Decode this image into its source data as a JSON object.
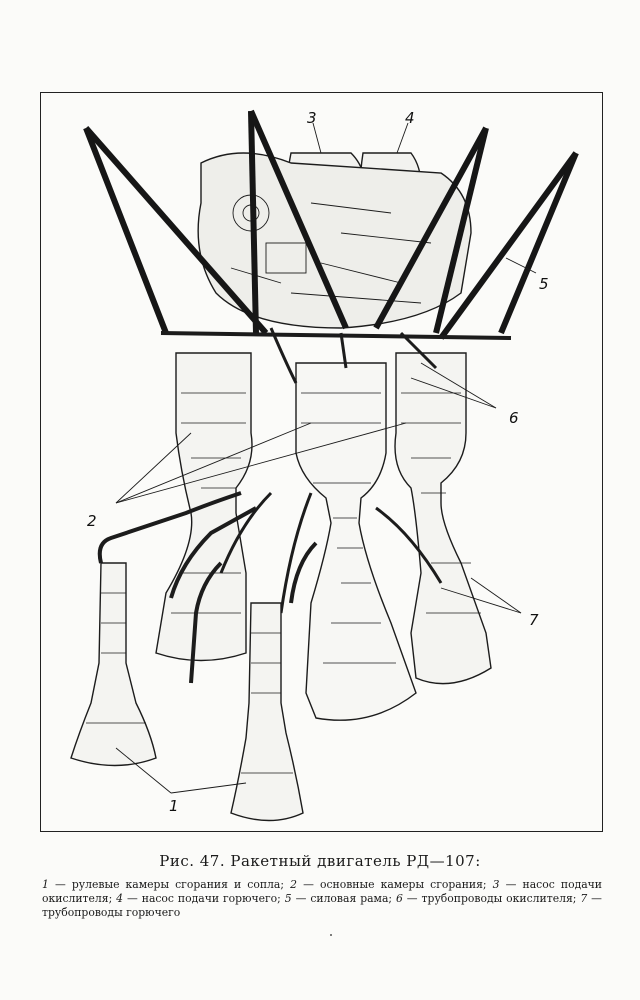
{
  "figure": {
    "caption_title": "Рис. 47. Ракетный двигатель РД—107:",
    "callouts": [
      "1",
      "2",
      "3",
      "4",
      "5",
      "6",
      "7"
    ],
    "legend": [
      {
        "num": "1",
        "text": " — рулевые камеры сгорания и сопла; "
      },
      {
        "num": "2",
        "text": " — основные камеры сгорания; "
      },
      {
        "num": "3",
        "text": " — насос подачи окислителя; "
      },
      {
        "num": "4",
        "text": " — насос подачи горючего; "
      },
      {
        "num": "5",
        "text": " — силовая рама; "
      },
      {
        "num": "6",
        "text": " — трубопроводы окислителя; "
      },
      {
        "num": "7",
        "text": " — трубопроводы горючего"
      }
    ]
  }
}
